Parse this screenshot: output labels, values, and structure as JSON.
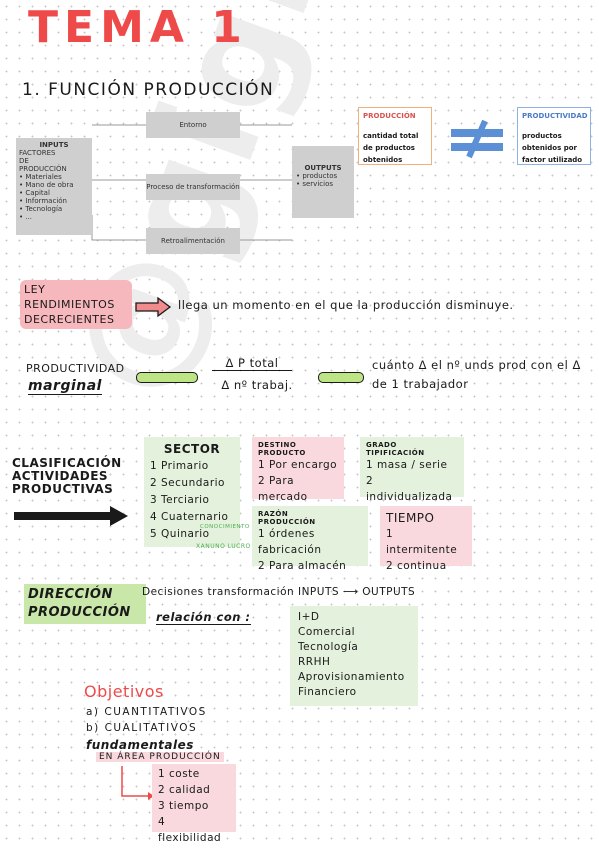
{
  "title": "TEMA 1",
  "section1": {
    "heading": "1. FUNCIÓN PRODUCCIÓN"
  },
  "diagram": {
    "inputs_title": "INPUTS",
    "inputs_sub": "FACTORES DE PRODUCCIÓN",
    "inputs_items": [
      "• Materiales",
      "• Mano de obra",
      "• Capital",
      "• Información",
      "• Tecnología",
      "• ..."
    ],
    "entorno": "Entorno",
    "proceso": "Proceso de transformación",
    "retro": "Retroalimentación",
    "outputs_title": "OUTPUTS",
    "outputs_items": [
      "• productos",
      "• servicios"
    ]
  },
  "compare": {
    "produccion_title": "PRODUCCIÓN",
    "produccion_desc": "cantidad total de productos obtenidos",
    "productividad_title": "PRODUCTIVIDAD",
    "productividad_desc": "productos obtenidos por factor utilizado"
  },
  "ley": {
    "label": "LEY RENDIMIENTOS DECRECIENTES",
    "text": "llega un momento en el que la producción disminuye."
  },
  "marginal": {
    "line1": "PRODUCTIVIDAD",
    "line2": "marginal",
    "numerator": "Δ P total",
    "denominator": "Δ nº trabaj.",
    "result": "cuánto Δ el nº unds prod con el Δ de 1 trabajador"
  },
  "clasificacion": {
    "label": "CLASIFICACIÓN ACTIVIDADES PRODUCTIVAS",
    "sector": {
      "title": "SECTOR",
      "items": [
        "1 Primario",
        "2 Secundario",
        "3 Terciario",
        "4 Cuaternario",
        "5 Quinario"
      ],
      "note1": "CONOCIMIENTO",
      "note2": "XANUNO LUCRO"
    },
    "destino": {
      "title": "DESTINO PRODUCTO",
      "items": [
        "1 Por encargo",
        "2 Para mercado"
      ]
    },
    "grado": {
      "title": "GRADO TIPIFICACIÓN",
      "items": [
        "1 masa / serie",
        "2 individualizada"
      ]
    },
    "razon": {
      "title": "RAZÓN PRODUCCIÓN",
      "items": [
        "1 órdenes fabricación",
        "2 Para almacén"
      ]
    },
    "tiempo": {
      "title": "TIEMPO",
      "items": [
        "1 intermitente",
        "2 continua"
      ]
    }
  },
  "direccion": {
    "label1": "DIRECCIÓN",
    "label2": "PRODUCCIÓN",
    "text": "Decisiones transformación INPUTS ⟶ OUTPUTS",
    "relacion": "relación con :",
    "items": [
      "I+D",
      "Comercial",
      "Tecnología",
      "RRHH",
      "Aprovisionamiento",
      "Financiero"
    ]
  },
  "objetivos": {
    "title": "Objetivos",
    "a": "a) CUANTITATIVOS",
    "b": "b) CUALITATIVOS",
    "fund": "fundamentales",
    "area": "EN ÁREA PRODUCCIÓN",
    "items": [
      "1 coste",
      "2 calidad",
      "3 tiempo",
      "4 flexibilidad"
    ]
  }
}
